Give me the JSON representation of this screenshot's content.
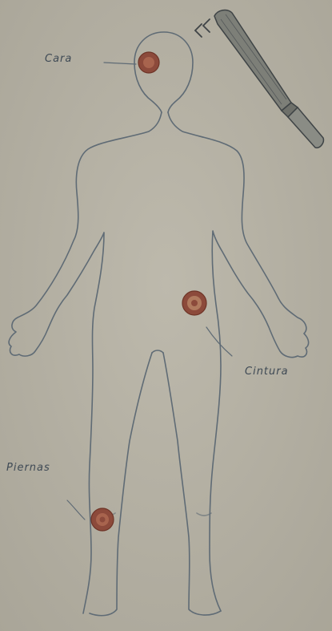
{
  "labels": {
    "face": "Cara",
    "waist": "Cintura",
    "legs": "Piernas"
  },
  "colors": {
    "paper": "#b7b3a6",
    "pencil": "#5f6b75",
    "wound_outer": "#8c4a3b",
    "wound_inner": "#a8644e"
  },
  "icons": {
    "weapon": "baton-icon",
    "motion": "motion-lines-icon",
    "impact": "impact-mark-icon"
  }
}
